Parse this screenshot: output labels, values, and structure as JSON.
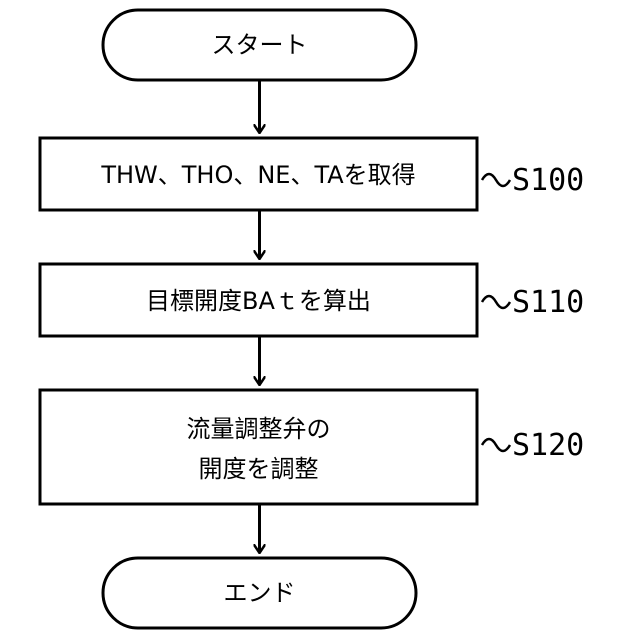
{
  "flowchart": {
    "start": {
      "label": "スタート"
    },
    "steps": [
      {
        "id": "S100",
        "lines": [
          "THW、THO、NE、TAを取得"
        ]
      },
      {
        "id": "S110",
        "lines": [
          "目標開度BAｔを算出"
        ]
      },
      {
        "id": "S120",
        "lines": [
          "流量調整弁の",
          "開度を調整"
        ]
      }
    ],
    "end": {
      "label": "エンド"
    }
  }
}
